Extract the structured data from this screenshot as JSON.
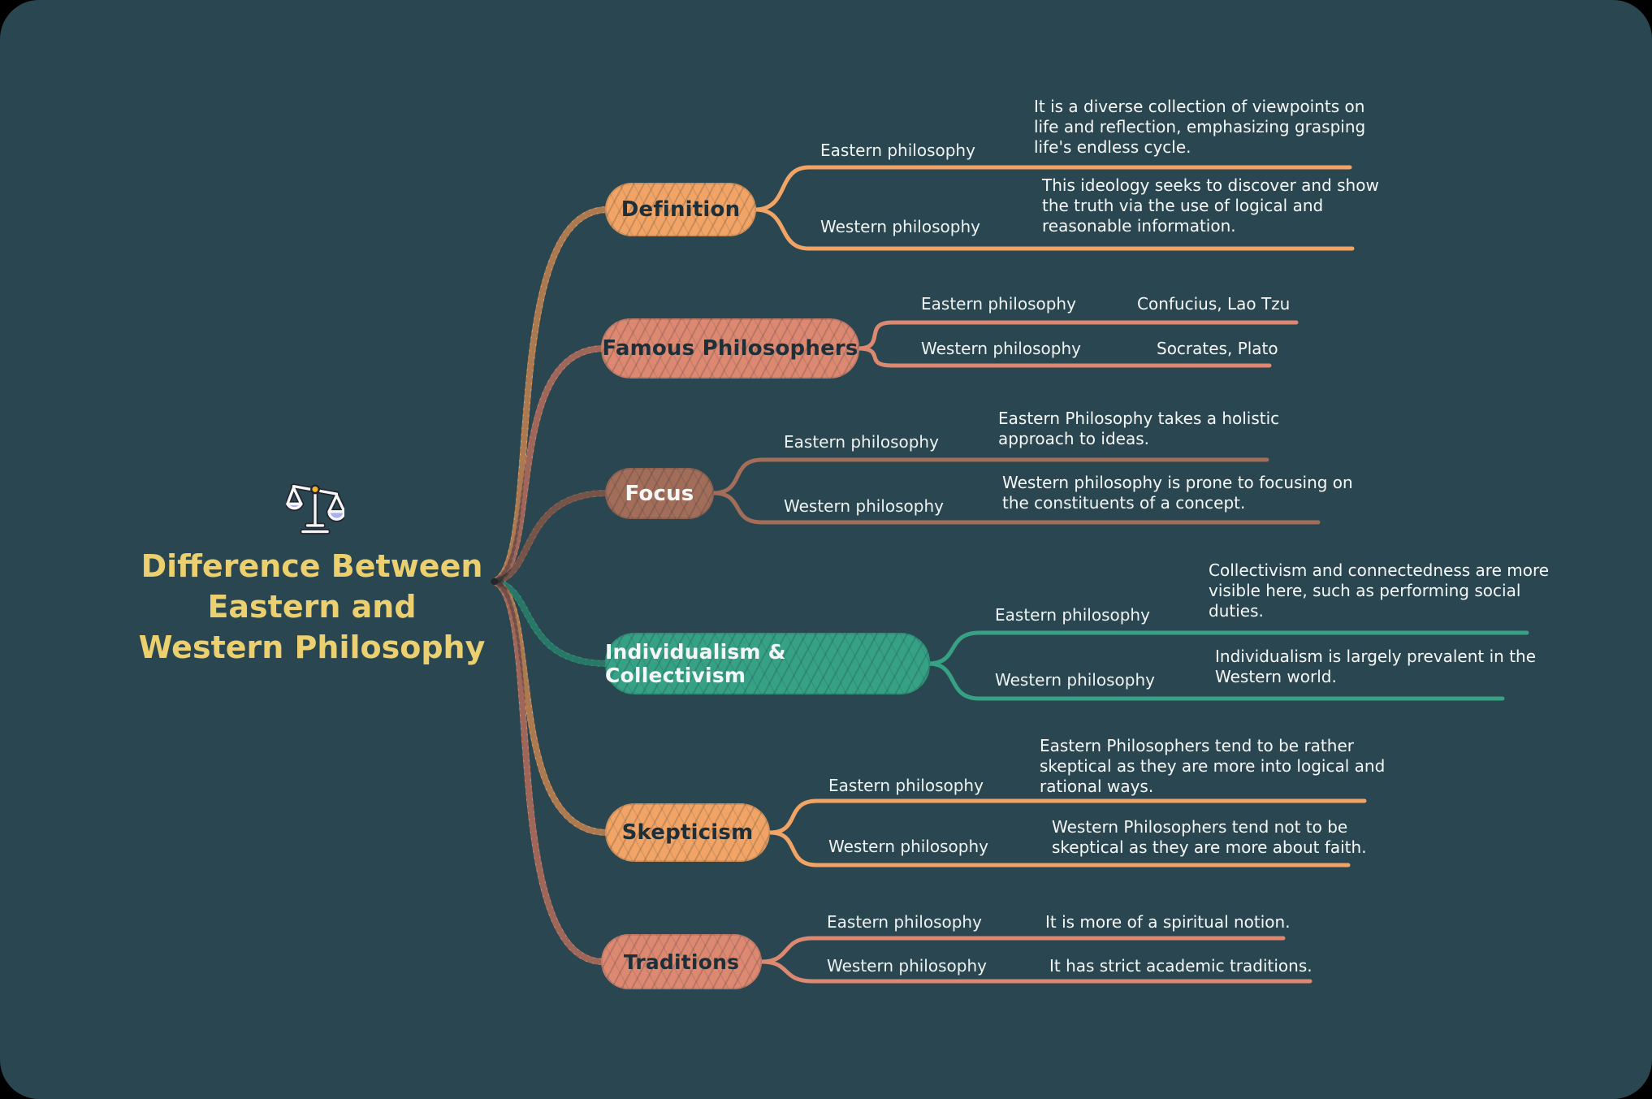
{
  "canvas": {
    "bg": "#2a4650",
    "outer_bg": "#000000"
  },
  "title": {
    "lines": [
      "Difference Between",
      "Eastern and",
      "Western Philosophy"
    ],
    "color": "#ecd06f",
    "icon": "balance-scale-icon"
  },
  "branches": [
    {
      "id": "definition",
      "label": "Definition",
      "color": "#f1a465",
      "text_color": "#1d2f39",
      "children": [
        {
          "label": "Eastern philosophy",
          "desc": "It is a diverse collection of viewpoints on life and reflection, emphasizing grasping life's endless cycle."
        },
        {
          "label": "Western philosophy",
          "desc": "This ideology seeks to discover and show the truth via the use of logical and reasonable information."
        }
      ]
    },
    {
      "id": "famous-philosophers",
      "label": "Famous Philosophers",
      "color": "#dd8971",
      "text_color": "#1d2f39",
      "children": [
        {
          "label": "Eastern philosophy",
          "desc": "Confucius, Lao Tzu"
        },
        {
          "label": "Western philosophy",
          "desc": "Socrates, Plato"
        }
      ]
    },
    {
      "id": "focus",
      "label": "Focus",
      "color": "#a26d59",
      "text_color": "#f4f7f6",
      "children": [
        {
          "label": "Eastern philosophy",
          "desc": "Eastern Philosophy takes a holistic approach to ideas."
        },
        {
          "label": "Western philosophy",
          "desc": "Western philosophy is prone to focusing on the constituents of a concept."
        }
      ]
    },
    {
      "id": "individualism-collectivism",
      "label": "Individualism & Collectivism",
      "color": "#36a185",
      "text_color": "#f4f7f6",
      "children": [
        {
          "label": "Eastern philosophy",
          "desc": "Collectivism and connectedness are more visible here, such as performing social duties."
        },
        {
          "label": "Western philosophy",
          "desc": "Individualism is largely prevalent in the Western world."
        }
      ]
    },
    {
      "id": "skepticism",
      "label": "Skepticism",
      "color": "#f1a465",
      "text_color": "#1d2f39",
      "children": [
        {
          "label": "Eastern philosophy",
          "desc": "Eastern Philosophers tend to be rather skeptical as they are more into logical and rational ways."
        },
        {
          "label": "Western philosophy",
          "desc": "Western Philosophers tend not to be skeptical as they are more about faith."
        }
      ]
    },
    {
      "id": "traditions",
      "label": "Traditions",
      "color": "#dd8971",
      "text_color": "#1d2f39",
      "children": [
        {
          "label": "Eastern philosophy",
          "desc": "It is more of a spiritual notion."
        },
        {
          "label": "Western philosophy",
          "desc": "It has strict academic traditions."
        }
      ]
    }
  ]
}
